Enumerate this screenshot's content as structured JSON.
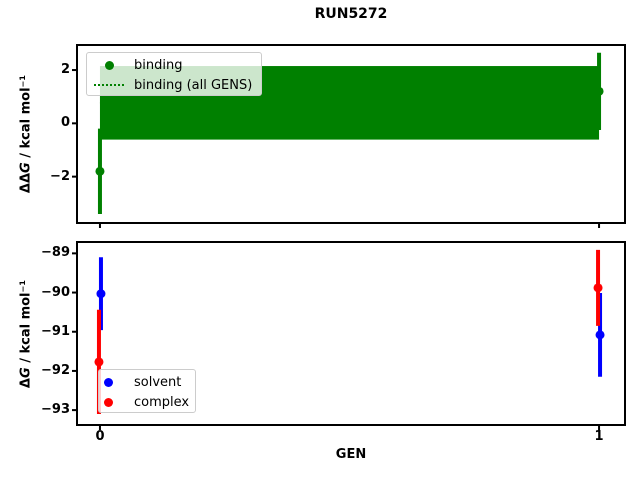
{
  "figure": {
    "title": "RUN5272",
    "background": "#ffffff"
  },
  "colors": {
    "binding": "#008000",
    "solvent": "#0000ff",
    "complex": "#ff0000",
    "axis": "#000000",
    "legend_border": "#cccccc",
    "legend_bg": "rgba(255,255,255,0.8)"
  },
  "chart_data": [
    {
      "type": "scatter",
      "title": "RUN5272",
      "xlabel": "",
      "ylabel": "ΔΔG / kcal mol⁻¹",
      "ylabel_parts": {
        "pre": "ΔΔ",
        "italic": "G",
        "post": " / kcal mol⁻¹"
      },
      "xlim": [
        -0.046,
        1.052
      ],
      "ylim": [
        -3.74,
        2.94
      ],
      "xticks": [
        0,
        1
      ],
      "xtick_labels": [
        "",
        ""
      ],
      "yticks": [
        2,
        0,
        -2
      ],
      "ytick_labels": [
        "2",
        "0",
        "−2"
      ],
      "grid": false,
      "legend_position": "upper left",
      "series": [
        {
          "name": "binding",
          "type": "scatter",
          "marker": "circle",
          "color": "#008000",
          "x": [
            0,
            1
          ],
          "y": [
            -1.8,
            1.2
          ],
          "yerr": [
            1.6,
            1.45
          ]
        },
        {
          "name": "binding (all GENS)",
          "type": "band",
          "linestyle": "dotted",
          "color": "#008000",
          "x_range": [
            0,
            1
          ],
          "mean": 0.77,
          "lo": -0.61,
          "hi": 2.15
        }
      ]
    },
    {
      "type": "scatter",
      "title": "",
      "xlabel": "GEN",
      "ylabel": "ΔG / kcal mol⁻¹",
      "ylabel_parts": {
        "pre": "Δ",
        "italic": "G",
        "post": " / kcal mol⁻¹"
      },
      "xlim": [
        -0.046,
        1.052
      ],
      "ylim": [
        -93.38,
        -88.71
      ],
      "xticks": [
        0,
        1
      ],
      "xtick_labels": [
        "0",
        "1"
      ],
      "yticks": [
        -89,
        -90,
        -91,
        -92,
        -93
      ],
      "ytick_labels": [
        "−89",
        "−90",
        "−91",
        "−92",
        "−93"
      ],
      "grid": false,
      "legend_position": "lower left",
      "series": [
        {
          "name": "solvent",
          "type": "scatter",
          "marker": "circle",
          "color": "#0000ff",
          "x": [
            0,
            1
          ],
          "y": [
            -90.03,
            -91.08
          ],
          "yerr": [
            0.93,
            1.07
          ]
        },
        {
          "name": "complex",
          "type": "scatter",
          "marker": "circle",
          "color": "#ff0000",
          "x": [
            0,
            1
          ],
          "y": [
            -91.77,
            -89.88
          ],
          "yerr": [
            1.33,
            0.97
          ]
        }
      ]
    }
  ]
}
